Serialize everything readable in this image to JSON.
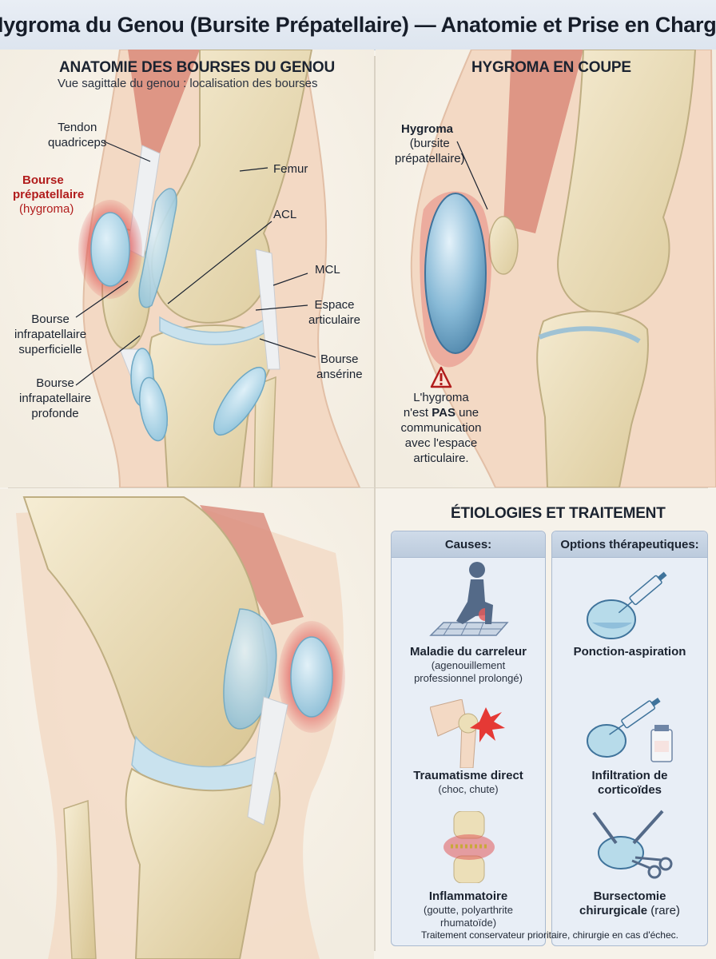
{
  "title": "Hygroma du Genou (Bursite Prépatellaire) — Anatomie et Prise en Charge",
  "panel1": {
    "title": "ANATOMIE DES BOURSES DU GENOU",
    "subtitle": "Vue sagittale du genou : localisation des bourses",
    "labels": {
      "tendon": "Tendon\nquadriceps",
      "bourse_prep_1": "Bourse",
      "bourse_prep_2": "prépatellaire",
      "hygroma": "(hygroma)",
      "femur": "Femur",
      "acl": "ACL",
      "mcl": "MCL",
      "espace": "Espace\narticulaire",
      "infra_sup": "Bourse\ninfrapatellaire\nsuperficielle",
      "infra_prof": "Bourse\ninfrapatellaire\nprofonde",
      "anserine": "Bourse\nansérine"
    }
  },
  "panel2": {
    "title": "HYGROMA EN COUPE",
    "hygroma_label": "Hygroma",
    "hygroma_sub": "(bursite\nprépatellaire)",
    "warning_1": "L'hygroma\nn'est ",
    "warning_bold": "PAS",
    "warning_2": " une\ncommunication\navec l'espace\narticulaire."
  },
  "panel4": {
    "title": "ÉTIOLOGIES ET TRAITEMENT",
    "causes_header": "Causes:",
    "options_header": "Options thérapeutiques:",
    "causes": [
      {
        "title": "Maladie du carreleur",
        "sub": "(agenouillement\nprofessionnel prolongé)"
      },
      {
        "title": "Traumatisme direct",
        "sub": "(choc, chute)"
      },
      {
        "title": "Inflammatoire",
        "sub": "(goutte, polyarthrite\nrhumatoïde)"
      }
    ],
    "options": [
      {
        "title": "Ponction-aspiration",
        "suffix": ""
      },
      {
        "title": "Infiltration de\ncorticoïdes",
        "suffix": ""
      },
      {
        "title": "Bursectomie\nchirurgicale",
        "suffix": " (rare)"
      }
    ],
    "footnote": "Traitement conservateur prioritaire, chirurgie en cas d'échec."
  },
  "colors": {
    "skin": "#f3d9c4",
    "bone": "#ecdfb8",
    "bursa": "#a9d3e6",
    "inflamed": "#e05a5a",
    "muscle": "#d98a7a",
    "accent_red": "#b11c1c",
    "header_blue": "#c6d4e4"
  }
}
